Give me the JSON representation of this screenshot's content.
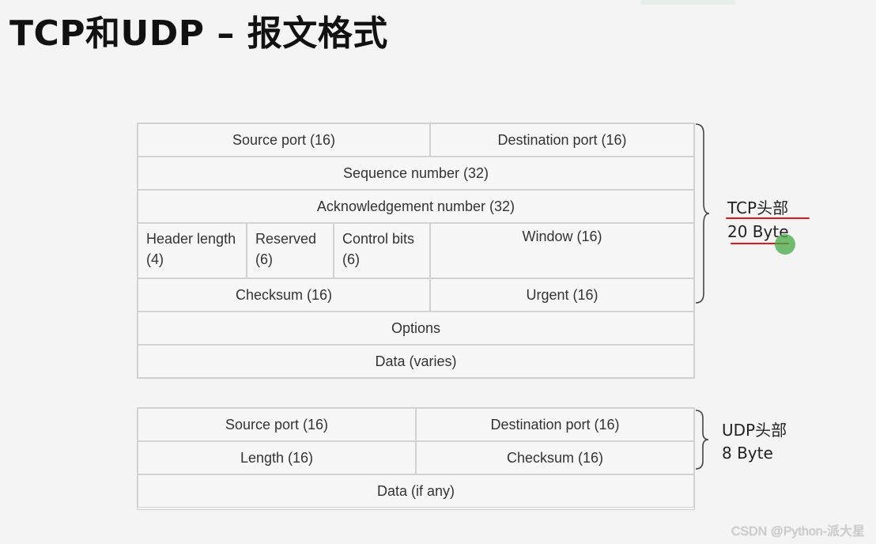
{
  "title": "TCP和UDP – 报文格式",
  "tcp": {
    "source_port": "Source port (16)",
    "destination_port": "Destination port (16)",
    "sequence_number": "Sequence number (32)",
    "ack_number": "Acknowledgement number (32)",
    "header_length": "Header length (4)",
    "reserved": "Reserved (6)",
    "control_bits": "Control bits (6)",
    "window": "Window (16)",
    "checksum": "Checksum (16)",
    "urgent": "Urgent (16)",
    "options": "Options",
    "data": "Data (varies)",
    "label_line1": "TCP头部",
    "label_line2": "20 Byte"
  },
  "udp": {
    "source_port": "Source port (16)",
    "destination_port": "Destination port (16)",
    "length": "Length (16)",
    "checksum": "Checksum (16)",
    "data": "Data (if any)",
    "label_line1": "UDP头部",
    "label_line2": "8 Byte"
  },
  "watermark": "CSDN @Python-派大星",
  "colors": {
    "annotation_red": "#e01818",
    "cursor_green": "#46aa46"
  }
}
